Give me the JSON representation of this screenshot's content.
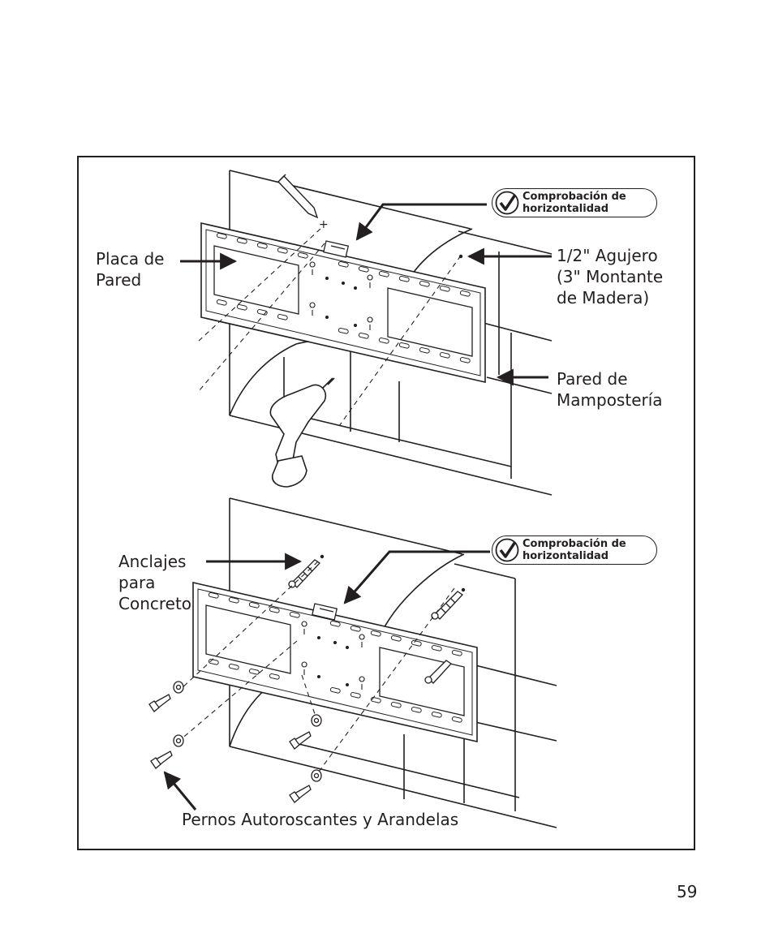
{
  "top_diagram": {
    "label_wall_plate": "Placa de\nPared",
    "label_hole": "1/2\" Agujero\n(3\" Montante\nde Madera)",
    "label_masonry_wall": "Pared de\nMampostería",
    "level_check": "Comprobación de\nhorizontalidad"
  },
  "bottom_diagram": {
    "label_anchors": "Anclajes\npara\nConcreto",
    "label_bolts": "Pernos Autoroscantes y Arandelas",
    "level_check": "Comprobación de\nhorizontalidad"
  },
  "page_number": "59",
  "icons": [
    "check-icon",
    "pencil-icon",
    "drill-icon",
    "bubble-level-icon",
    "anchor-icon",
    "bolt-icon",
    "washer-icon"
  ],
  "colors": {
    "ink": "#231f20",
    "background": "#ffffff"
  }
}
